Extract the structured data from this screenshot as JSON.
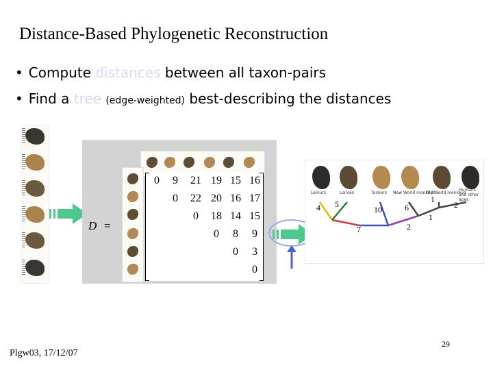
{
  "slide": {
    "title": "Distance-Based Phylogenetic Reconstruction",
    "bullets": [
      {
        "marker": "•",
        "parts": [
          "Compute",
          "distances",
          "between all taxon-pairs"
        ]
      },
      {
        "marker": "•",
        "parts": [
          "Find a",
          "tree",
          "(edge-weighted)",
          "best-describing the distances"
        ]
      }
    ],
    "footer": "Plgw03, 17/12/07",
    "page_number": "29"
  },
  "matrix": {
    "symbol": "D",
    "equals": "=",
    "rows": [
      [
        "0",
        "9",
        "21",
        "19",
        "15",
        "16"
      ],
      [
        "",
        "0",
        "22",
        "20",
        "16",
        "17"
      ],
      [
        "",
        "",
        "0",
        "18",
        "14",
        "15"
      ],
      [
        "",
        "",
        "",
        "0",
        "8",
        "9"
      ],
      [
        "",
        "",
        "",
        "",
        "0",
        "3"
      ],
      [
        "",
        "",
        "",
        "",
        "",
        "0"
      ]
    ]
  },
  "tree": {
    "captions": [
      "Lemurs",
      "Lorises",
      "Tarsiers",
      "New World monkeys",
      "Old World monkeys",
      "Humans and other apes"
    ],
    "edge_weights": [
      "4",
      "5",
      "10",
      "6",
      "1",
      "2",
      "1",
      "7",
      "2"
    ]
  },
  "colors": {
    "faint_word": "#d7d9f4",
    "arrow": "#4ec98d",
    "ellipse": "#9ba6f5",
    "panel_gray": "#d3d3d3"
  },
  "icons": [
    "primate-image",
    "right-arrow",
    "up-arrow"
  ]
}
